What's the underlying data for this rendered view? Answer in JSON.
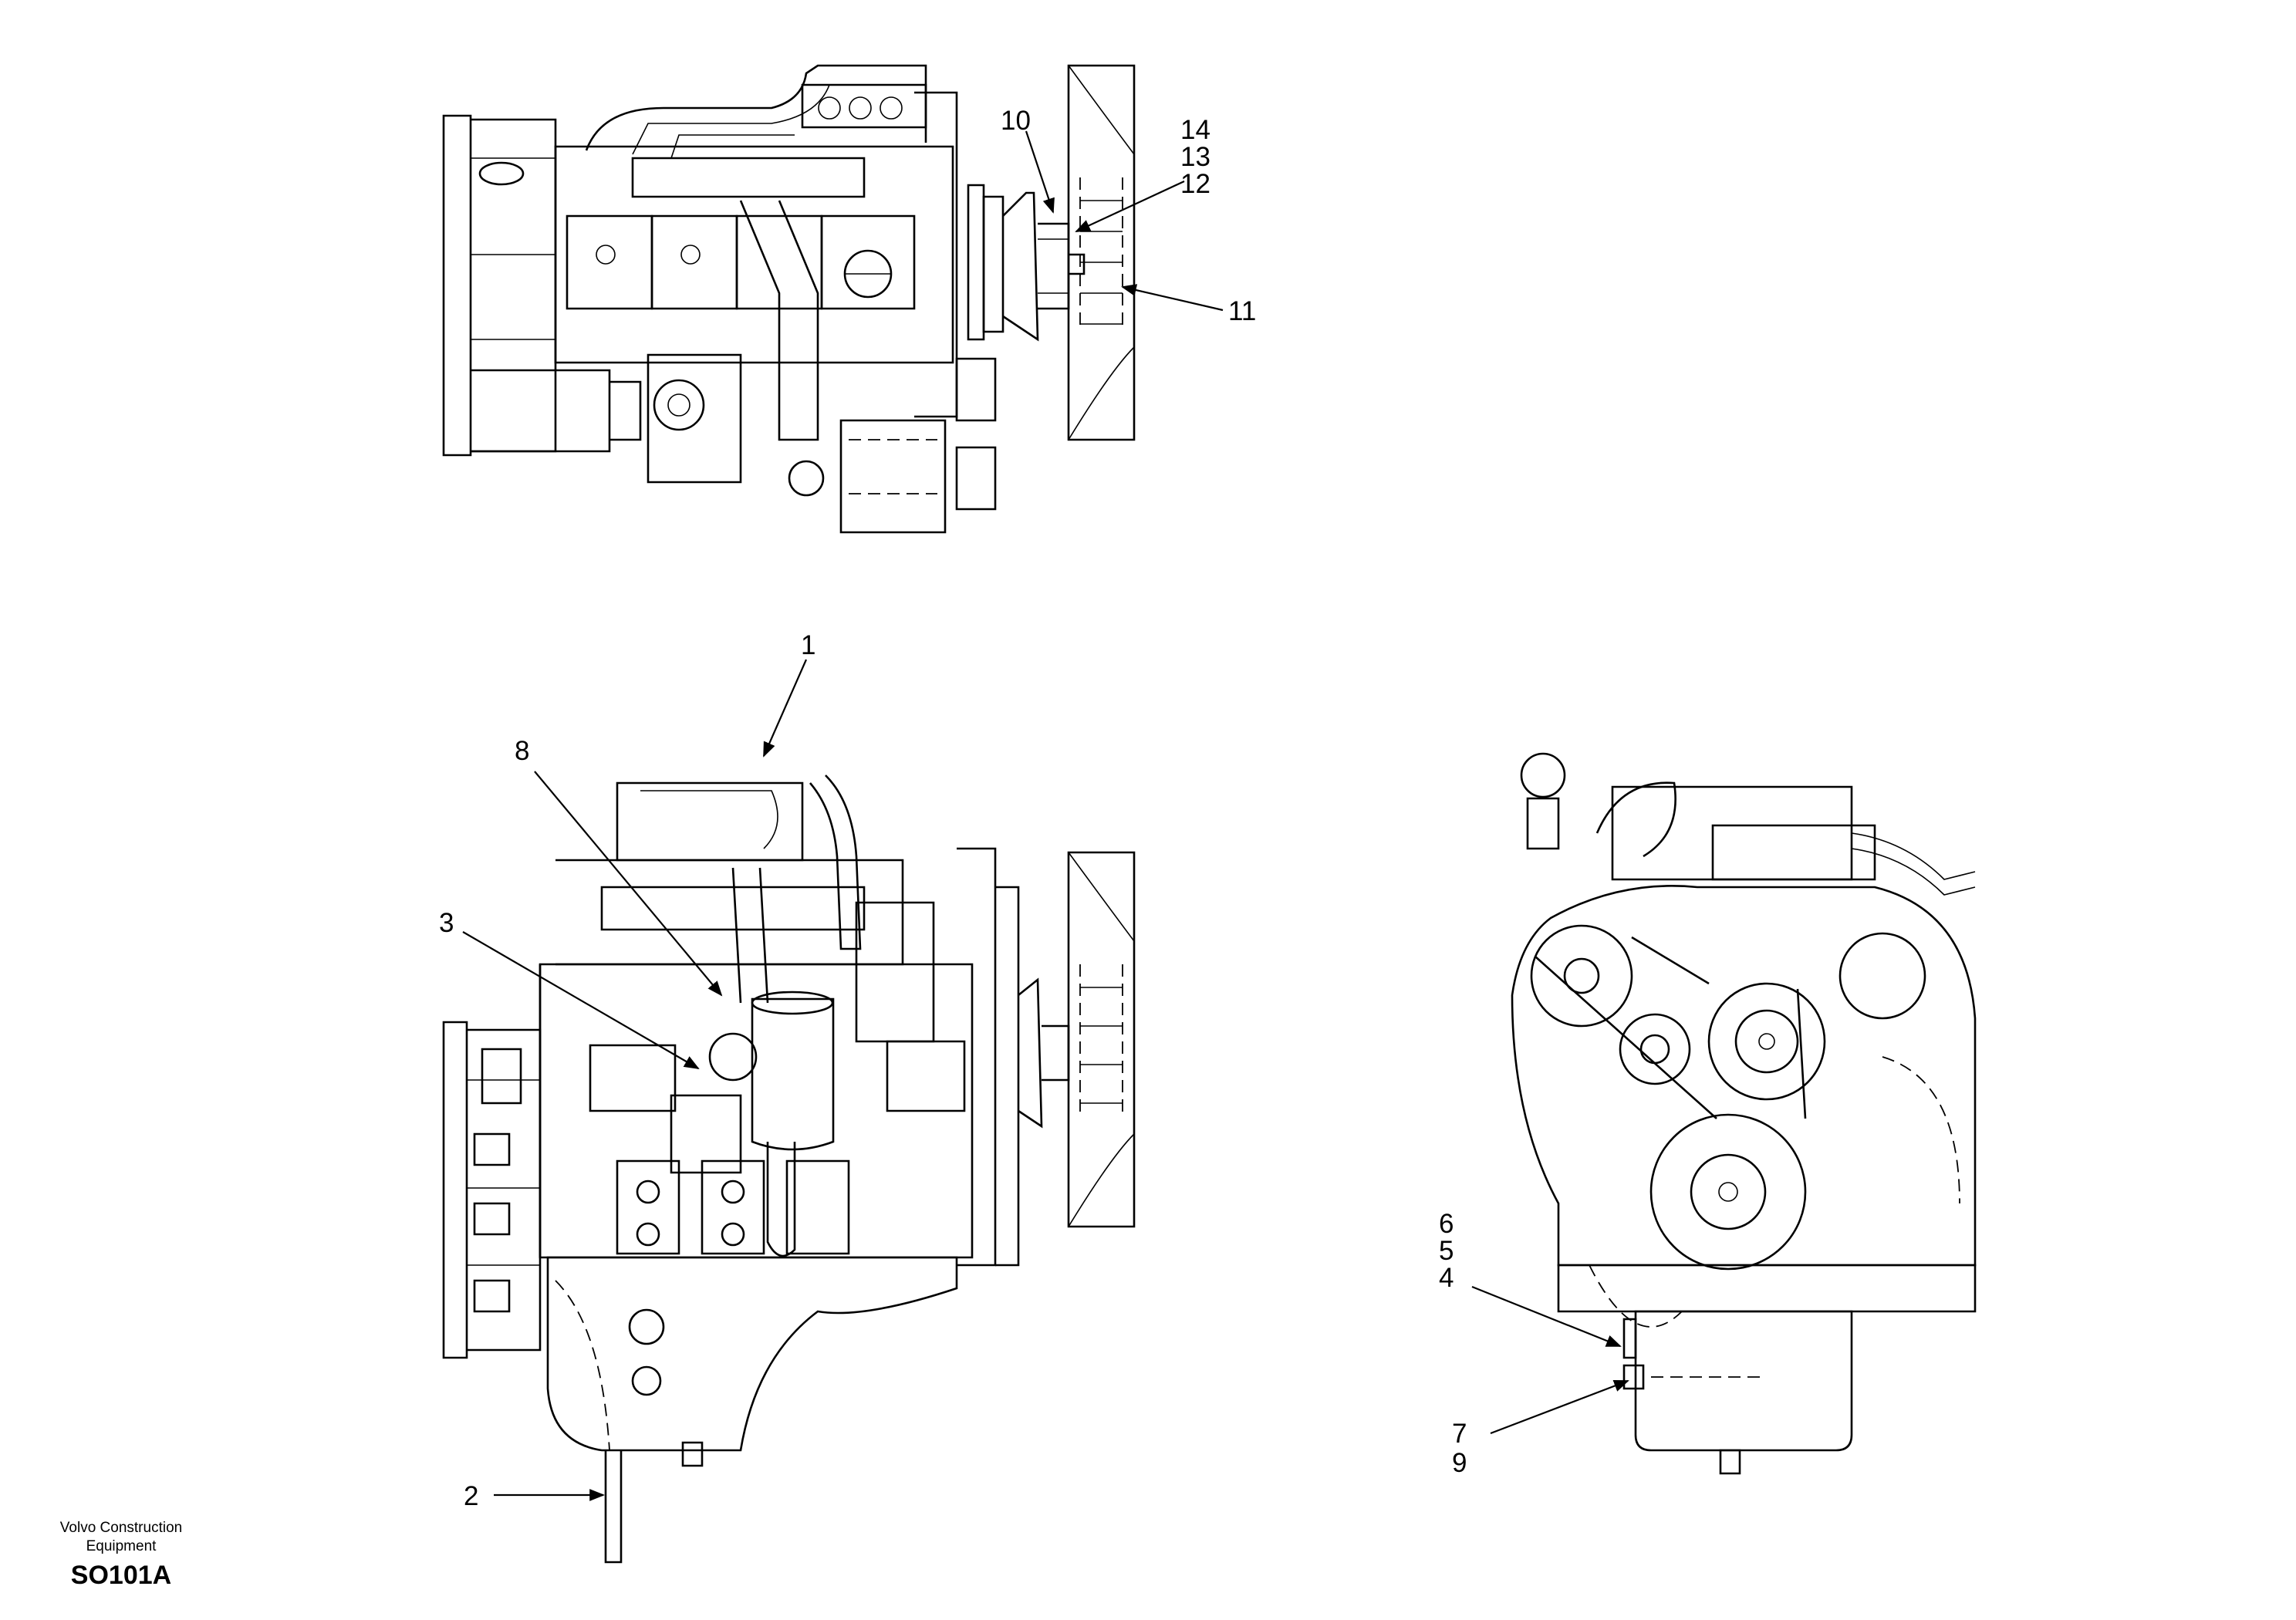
{
  "callouts": [
    {
      "id": "14",
      "text": "14"
    },
    {
      "id": "13",
      "text": "13"
    },
    {
      "id": "12",
      "text": "12"
    },
    {
      "id": "10",
      "text": "10"
    },
    {
      "id": "11",
      "text": "11"
    },
    {
      "id": "1",
      "text": "1"
    },
    {
      "id": "8",
      "text": "8"
    },
    {
      "id": "3",
      "text": "3"
    },
    {
      "id": "2",
      "text": "2"
    },
    {
      "id": "6",
      "text": "6"
    },
    {
      "id": "5",
      "text": "5"
    },
    {
      "id": "4",
      "text": "4"
    },
    {
      "id": "7",
      "text": "7"
    },
    {
      "id": "9",
      "text": "9"
    }
  ],
  "brand": {
    "line1": "Volvo Construction",
    "line2": "Equipment"
  },
  "drawing_code": "SO101A"
}
